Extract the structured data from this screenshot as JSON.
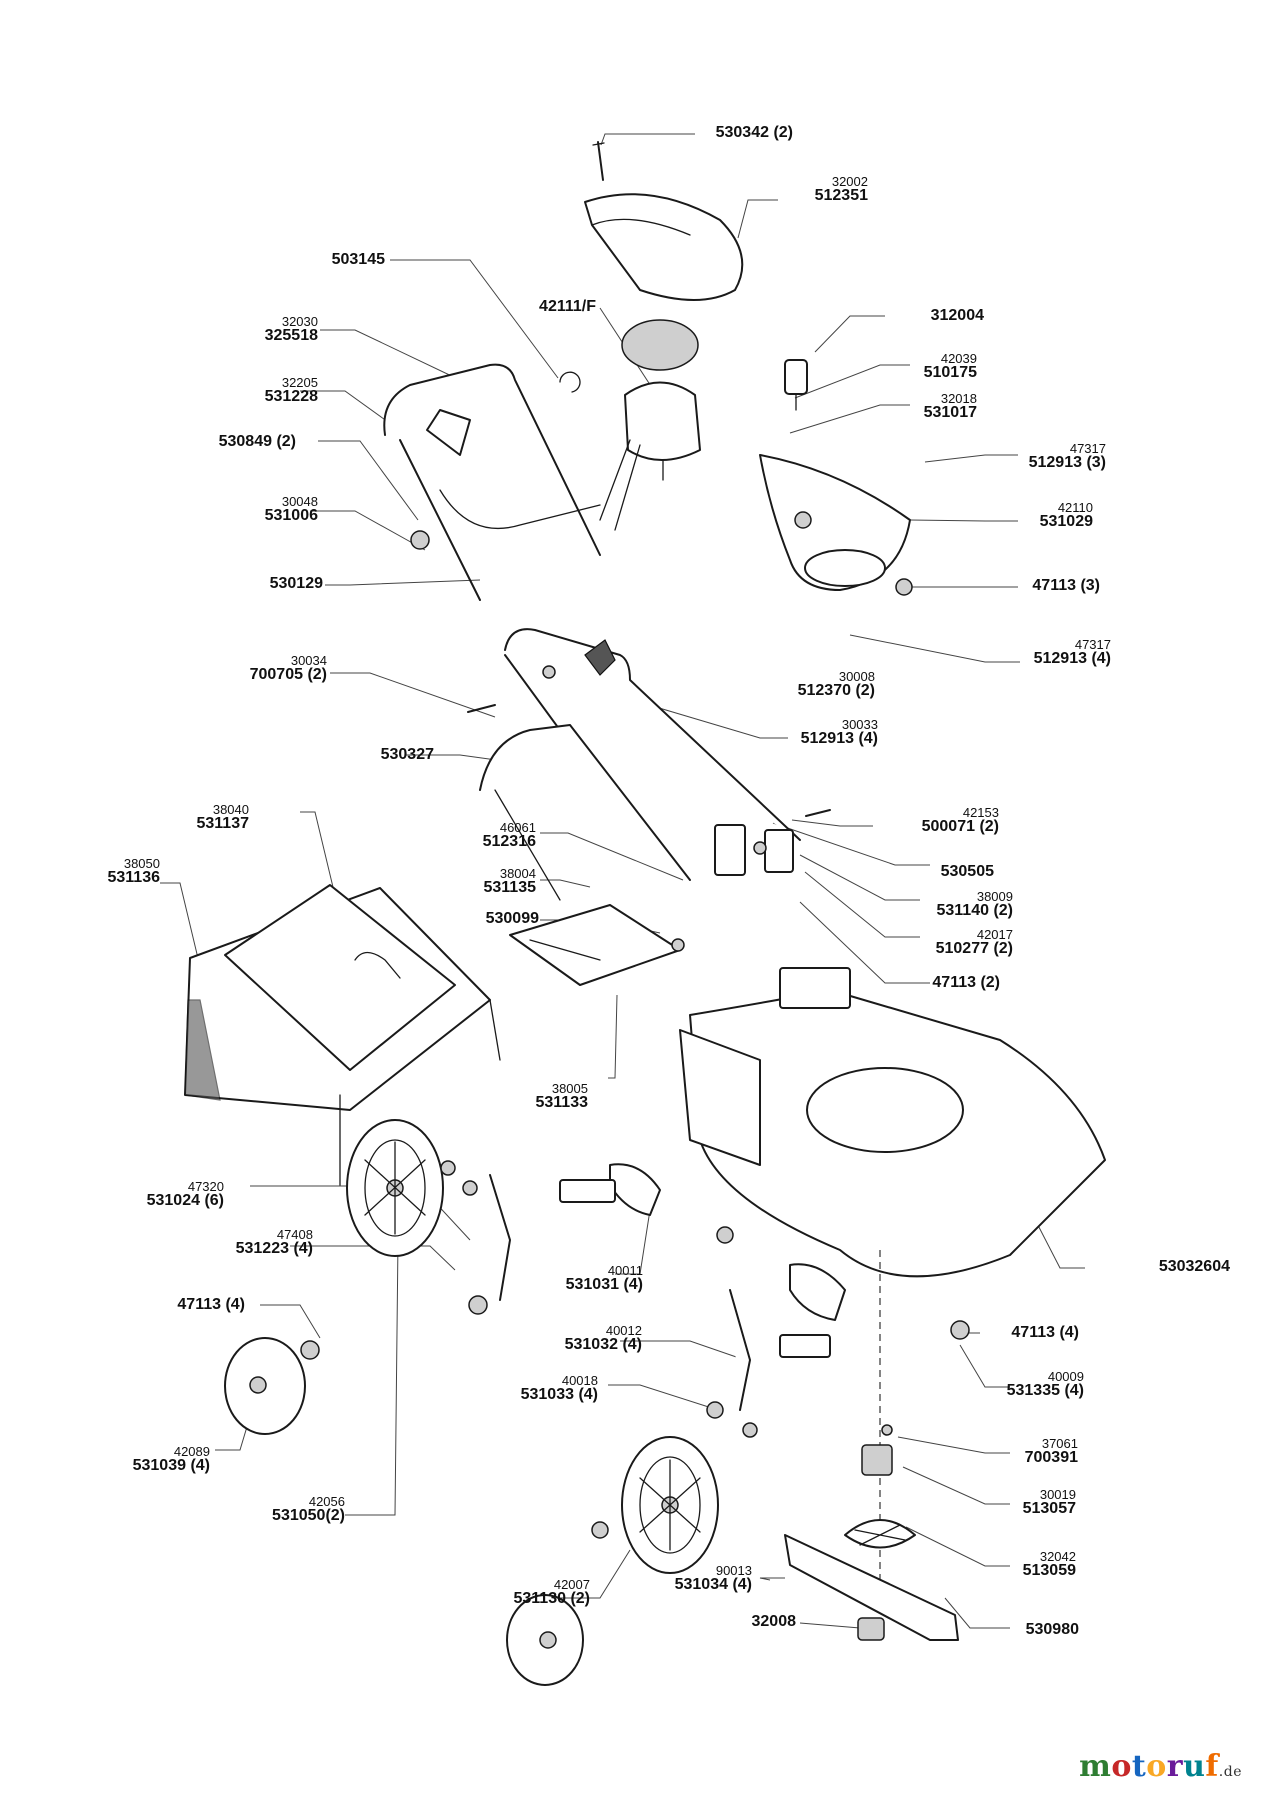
{
  "labels": [
    {
      "id": "L1",
      "ref": "",
      "part": "530342 (2)"
    },
    {
      "id": "L2",
      "ref": "32002",
      "part": "512351"
    },
    {
      "id": "L3",
      "ref": "",
      "part": "503145"
    },
    {
      "id": "L4",
      "ref": "",
      "part": "42111/F"
    },
    {
      "id": "L5",
      "ref": "",
      "part": "312004"
    },
    {
      "id": "L6",
      "ref": "32030",
      "part": "325518"
    },
    {
      "id": "L7",
      "ref": "42039",
      "part": "510175"
    },
    {
      "id": "L8",
      "ref": "32205",
      "part": "531228"
    },
    {
      "id": "L9",
      "ref": "32018",
      "part": "531017"
    },
    {
      "id": "L10",
      "ref": "",
      "part": "530849 (2)"
    },
    {
      "id": "L11",
      "ref": "47317",
      "part": "512913 (3)"
    },
    {
      "id": "L12",
      "ref": "30048",
      "part": "531006"
    },
    {
      "id": "L13",
      "ref": "42110",
      "part": "531029"
    },
    {
      "id": "L14",
      "ref": "",
      "part": "530129"
    },
    {
      "id": "L15",
      "ref": "",
      "part": "47113 (3)"
    },
    {
      "id": "L16",
      "ref": "47317",
      "part": "512913 (4)"
    },
    {
      "id": "L17",
      "ref": "30034",
      "part": "700705 (2)"
    },
    {
      "id": "L18",
      "ref": "30008",
      "part": "512370 (2)"
    },
    {
      "id": "L19",
      "ref": "30033",
      "part": "512913 (4)"
    },
    {
      "id": "L20",
      "ref": "",
      "part": "530327"
    },
    {
      "id": "L21",
      "ref": "42153",
      "part": "500071 (2)"
    },
    {
      "id": "L22",
      "ref": "38040",
      "part": "531137"
    },
    {
      "id": "L23",
      "ref": "46061",
      "part": "512316"
    },
    {
      "id": "L24",
      "ref": "",
      "part": "530505"
    },
    {
      "id": "L25",
      "ref": "38050",
      "part": "531136"
    },
    {
      "id": "L26",
      "ref": "38004",
      "part": "531135"
    },
    {
      "id": "L27",
      "ref": "38009",
      "part": "531140 (2)"
    },
    {
      "id": "L28",
      "ref": "",
      "part": "530099"
    },
    {
      "id": "L29",
      "ref": "42017",
      "part": "510277 (2)"
    },
    {
      "id": "L30",
      "ref": "",
      "part": "47113 (2)"
    },
    {
      "id": "L31",
      "ref": "38005",
      "part": "531133"
    },
    {
      "id": "L32",
      "ref": "47320",
      "part": "531024 (6)"
    },
    {
      "id": "L33",
      "ref": "47408",
      "part": "531223 (4)"
    },
    {
      "id": "L34",
      "ref": "40011",
      "part": "531031 (4)"
    },
    {
      "id": "L35",
      "ref": "",
      "part": "53032604"
    },
    {
      "id": "L36",
      "ref": "",
      "part": "47113 (4)"
    },
    {
      "id": "L37",
      "ref": "40012",
      "part": "531032 (4)"
    },
    {
      "id": "L38",
      "ref": "",
      "part": "47113 (4)"
    },
    {
      "id": "L39",
      "ref": "40018",
      "part": "531033 (4)"
    },
    {
      "id": "L40",
      "ref": "40009",
      "part": "531335 (4)"
    },
    {
      "id": "L41",
      "ref": "42089",
      "part": "531039 (4)"
    },
    {
      "id": "L42",
      "ref": "37061",
      "part": "700391"
    },
    {
      "id": "L43",
      "ref": "42056",
      "part": "531050(2)"
    },
    {
      "id": "L44",
      "ref": "30019",
      "part": "513057"
    },
    {
      "id": "L45",
      "ref": "32042",
      "part": "513059"
    },
    {
      "id": "L46",
      "ref": "90013",
      "part": "531034 (4)"
    },
    {
      "id": "L47",
      "ref": "42007",
      "part": "531130 (2)"
    },
    {
      "id": "L48",
      "ref": "",
      "part": "32008"
    },
    {
      "id": "L49",
      "ref": "",
      "part": "530980"
    }
  ],
  "brand": {
    "letters": [
      "m",
      "o",
      "t",
      "o",
      "r",
      "u",
      "f"
    ],
    "colors": [
      "#2e7d32",
      "#c62828",
      "#1565c0",
      "#f9a825",
      "#6a1b9a",
      "#00838f",
      "#ef6c00"
    ],
    "domain": ".de"
  }
}
